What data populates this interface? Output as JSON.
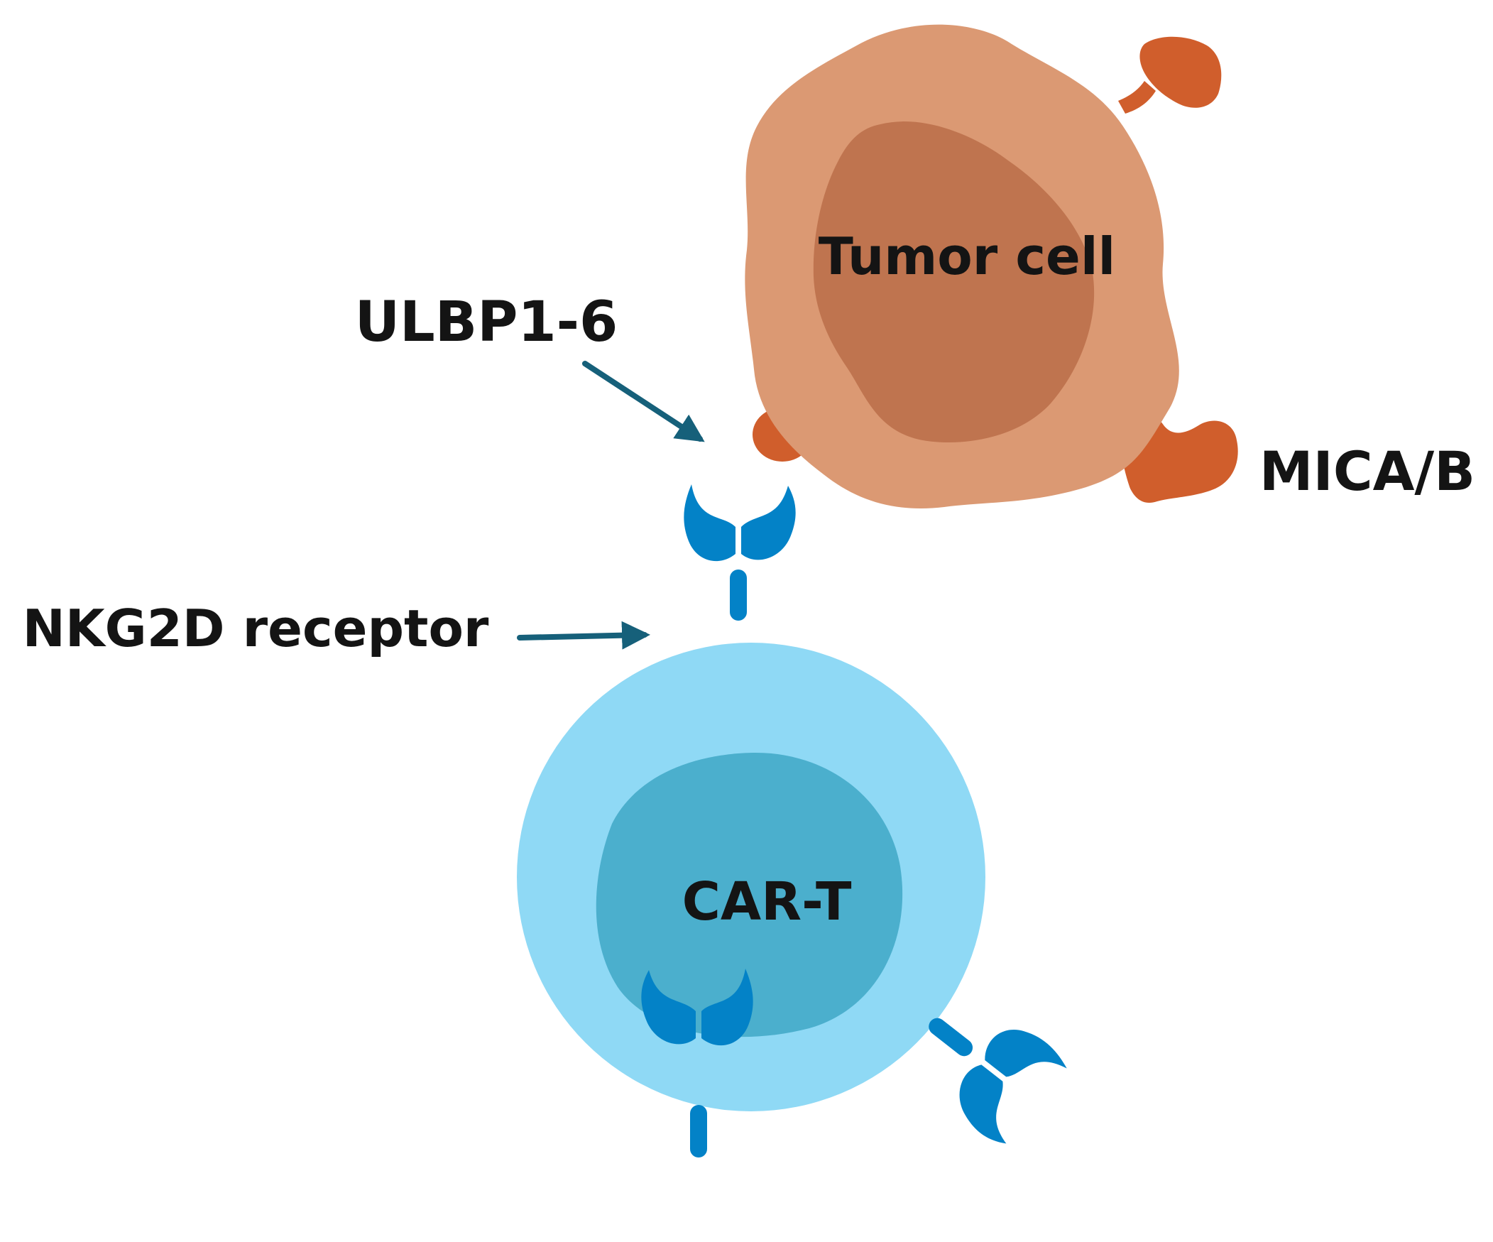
{
  "labels": {
    "tumor_cell": "Tumor cell",
    "ulbp": "ULBP1-6",
    "mica_b": "MICA/B",
    "nkg2d": "NKG2D receptor",
    "car_t": "CAR-T"
  },
  "colors": {
    "tumor_membrane": "#DB9973",
    "tumor_nucleus": "#BF744F",
    "ligand": "#D05E2C",
    "cart_membrane": "#8FD9F5",
    "cart_nucleus": "#4BAFCD",
    "receptor": "#0382C7",
    "arrow": "#16607A",
    "text": "#141414"
  }
}
